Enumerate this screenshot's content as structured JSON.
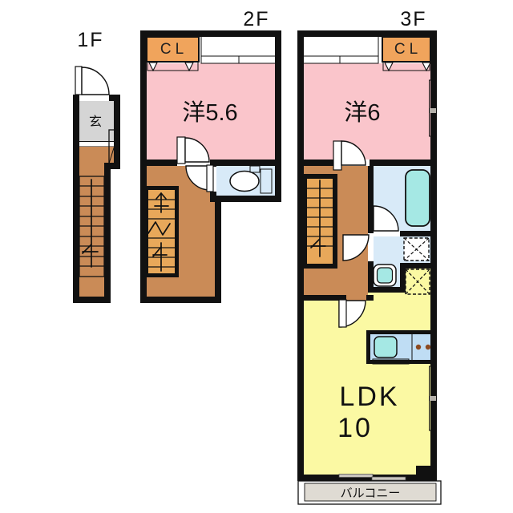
{
  "palette": {
    "wall": "#111111",
    "pink_room": "#FAC5CB",
    "orange_closet": "#F0A45C",
    "brown_hall": "#CA8B57",
    "stair_tread": "#E8A85A",
    "genkan_gray": "#D5D5D5",
    "window_gray": "#E3DED6",
    "wet_blue": "#D8EAF8",
    "fixture_cyan": "#A5E8E4",
    "tank_blue": "#C4DCF2",
    "counter_blue": "#BFDDF4",
    "ldk_yellow": "#FBF9A3",
    "balcony_gray": "#DFDBD3",
    "burner_brown": "#8C4A21",
    "white": "#FFFFFF"
  },
  "floor_1f": {
    "label": "1F",
    "genkan_label": "玄"
  },
  "floor_2f": {
    "label": "2F",
    "closet_label": "CL",
    "room_label": "洋5.6"
  },
  "floor_3f": {
    "label": "3F",
    "closet_label": "CL",
    "room_label": "洋6",
    "ldk_label": "LDK",
    "ldk_size": "10",
    "balcony_label": "バルコニー"
  }
}
